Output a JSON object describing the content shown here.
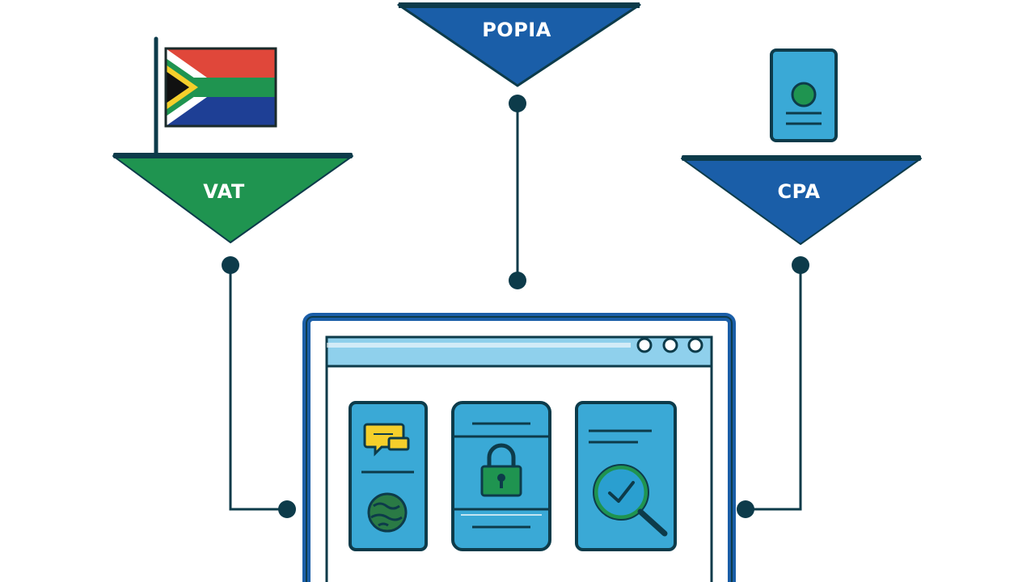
{
  "labels": {
    "popia": "POPIA",
    "vat": "VAT",
    "cpa": "CPA"
  },
  "colors": {
    "ink": "#0d3b4a",
    "green": "#1f9450",
    "blue": "#1a5ea8",
    "panel_blue": "#3aa9d6",
    "light_blue": "#8fd0ec",
    "yellow": "#f5cf2b",
    "background": "#ffffff"
  },
  "icons": {
    "flag": "south-africa-flag-icon",
    "document": "passport-document-icon",
    "chat": "chat-bubble-icon",
    "globe": "globe-icon",
    "lock": "padlock-icon",
    "search": "magnifier-check-icon"
  },
  "browser": {
    "window_controls": 3
  }
}
